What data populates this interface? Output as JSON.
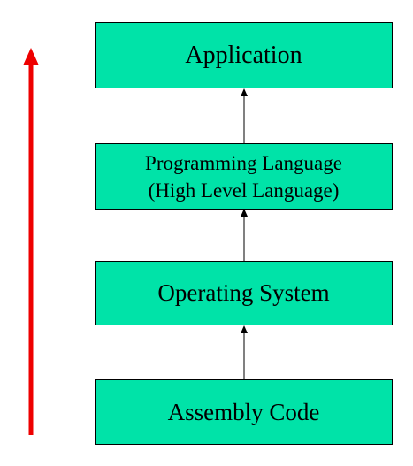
{
  "colors": {
    "box_fill": "#00E3A8",
    "box_border": "#000000",
    "connector": "#000000",
    "direction_arrow": "#EE0000"
  },
  "layers": [
    {
      "id": "application",
      "lines": [
        "Application"
      ]
    },
    {
      "id": "programming-language",
      "lines": [
        "Programming Language",
        "(High Level Language)"
      ]
    },
    {
      "id": "operating-system",
      "lines": [
        "Operating System"
      ]
    },
    {
      "id": "assembly-code",
      "lines": [
        "Assembly Code"
      ]
    }
  ],
  "connectors": [
    {
      "from": "assembly-code",
      "to": "operating-system"
    },
    {
      "from": "operating-system",
      "to": "programming-language"
    },
    {
      "from": "programming-language",
      "to": "application"
    }
  ],
  "direction_arrow": {
    "direction": "up"
  }
}
